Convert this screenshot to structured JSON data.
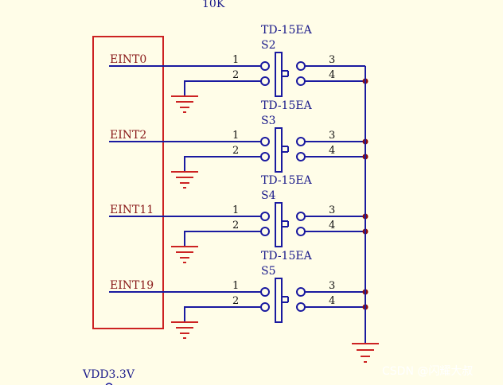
{
  "colors": {
    "background": "#fffde8",
    "wire": "#1a1aa0",
    "junction": "#8a1010",
    "box": "#cc2222",
    "ground": "#cc2222",
    "net_label": "#8a1a1a",
    "part_label": "#1a1a8a"
  },
  "top_label": "10K",
  "bottom_label": "VDD3.3V",
  "switches": [
    {
      "part": "TD-15EA",
      "ref": "S2",
      "net": "EINT0",
      "pins": [
        "1",
        "2",
        "3",
        "4"
      ]
    },
    {
      "part": "TD-15EA",
      "ref": "S3",
      "net": "EINT2",
      "pins": [
        "1",
        "2",
        "3",
        "4"
      ]
    },
    {
      "part": "TD-15EA",
      "ref": "S4",
      "net": "EINT11",
      "pins": [
        "1",
        "2",
        "3",
        "4"
      ]
    },
    {
      "part": "TD-15EA",
      "ref": "S5",
      "net": "EINT19",
      "pins": [
        "1",
        "2",
        "3",
        "4"
      ]
    }
  ],
  "watermark": "CSDN @闪耀大叔",
  "icons": [
    "ground-icon",
    "push-button-switch-icon",
    "junction-dot-icon"
  ]
}
